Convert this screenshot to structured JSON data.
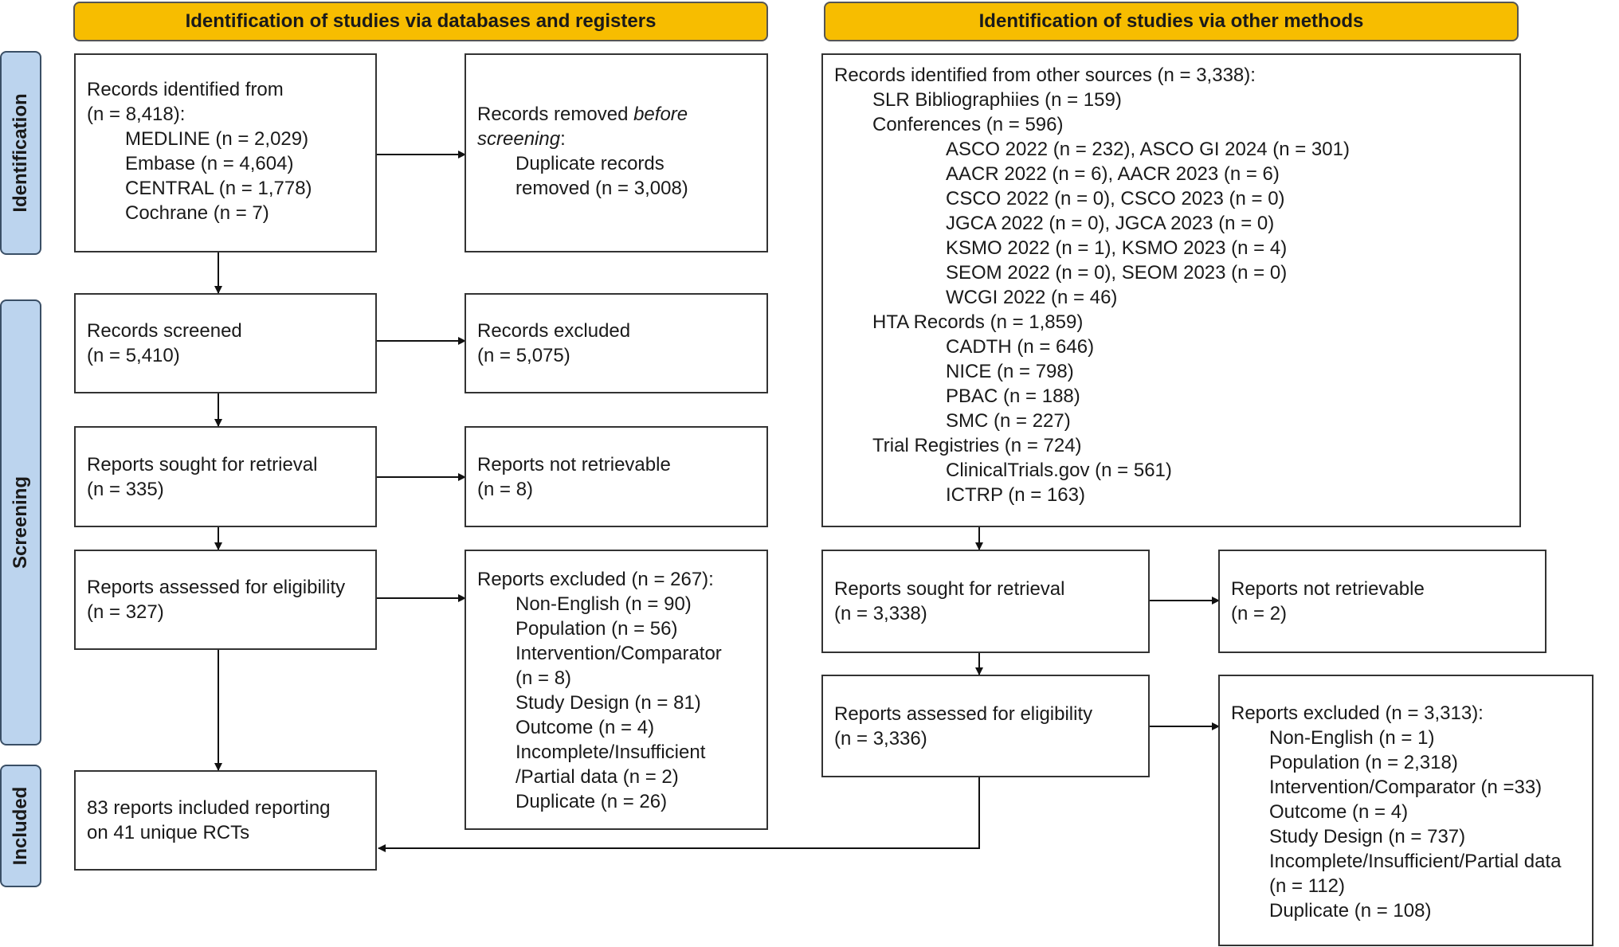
{
  "headers": {
    "left": "Identification of studies via databases and registers",
    "right": "Identification of studies via other methods"
  },
  "phases": {
    "identification": "Identification",
    "screening": "Screening",
    "included": "Included"
  },
  "db": {
    "identified": {
      "line1": "Records identified from",
      "line2": "(n = 8,418):",
      "sources": [
        "MEDLINE (n = 2,029)",
        "Embase (n = 4,604)",
        "CENTRAL (n = 1,778)",
        "Cochrane (n = 7)"
      ]
    },
    "removed": {
      "prefix": "Records removed ",
      "em1": "before",
      "em2": "screening",
      "suffix": ":",
      "detail1": "Duplicate records",
      "detail2": "removed (n = 3,008)"
    },
    "screened": {
      "line1": "Records screened",
      "line2": "(n = 5,410)"
    },
    "excluded": {
      "line1": "Records excluded",
      "line2": "(n = 5,075)"
    },
    "sought": {
      "line1": "Reports sought for retrieval",
      "line2": "(n = 335)"
    },
    "not_retrievable": {
      "line1": "Reports not retrievable",
      "line2": "(n = 8)"
    },
    "assessed": {
      "line1": "Reports assessed for eligibility",
      "line2": "(n = 327)"
    },
    "reports_excluded": {
      "title": "Reports excluded (n = 267):",
      "items": [
        "Non-English (n = 90)",
        "Population (n = 56)",
        "Intervention/Comparator",
        "(n = 8)",
        "Study Design (n = 81)",
        "Outcome (n = 4)",
        "Incomplete/Insufficient",
        "/Partial data (n = 2)",
        "Duplicate (n = 26)"
      ]
    },
    "included": {
      "line1": "83 reports included reporting",
      "line2": "on 41 unique RCTs"
    }
  },
  "other": {
    "identified": {
      "title": "Records identified from other sources (n = 3,338):",
      "lines": [
        {
          "level": 1,
          "text": "SLR Bibliographiies (n = 159)"
        },
        {
          "level": 1,
          "text": "Conferences (n =  596)"
        },
        {
          "level": 2,
          "text": "ASCO 2022 (n = 232), ASCO GI 2024 (n = 301)"
        },
        {
          "level": 2,
          "text": "AACR 2022 (n = 6), AACR 2023 (n = 6)"
        },
        {
          "level": 2,
          "text": "CSCO 2022 (n = 0), CSCO 2023 (n = 0)"
        },
        {
          "level": 2,
          "text": "JGCA 2022 (n = 0), JGCA 2023 (n = 0)"
        },
        {
          "level": 2,
          "text": "KSMO 2022 (n = 1), KSMO 2023 (n = 4)"
        },
        {
          "level": 2,
          "text": "SEOM 2022 (n = 0), SEOM 2023 (n = 0)"
        },
        {
          "level": 2,
          "text": "WCGI 2022 (n = 46)"
        },
        {
          "level": 1,
          "text": "HTA Records (n = 1,859)"
        },
        {
          "level": 2,
          "text": "CADTH (n = 646)"
        },
        {
          "level": 2,
          "text": "NICE (n = 798)"
        },
        {
          "level": 2,
          "text": "PBAC (n = 188)"
        },
        {
          "level": 2,
          "text": "SMC (n = 227)"
        },
        {
          "level": 1,
          "text": "Trial Registries (n = 724)"
        },
        {
          "level": 2,
          "text": "ClinicalTrials.gov (n = 561)"
        },
        {
          "level": 2,
          "text": "ICTRP (n = 163)"
        }
      ]
    },
    "sought": {
      "line1": "Reports sought for retrieval",
      "line2": "(n = 3,338)"
    },
    "not_retrievable": {
      "line1": "Reports not retrievable",
      "line2": "(n = 2)"
    },
    "assessed": {
      "line1": "Reports assessed for eligibility",
      "line2": "(n = 3,336)"
    },
    "reports_excluded": {
      "title": "Reports excluded (n = 3,313):",
      "items": [
        "Non-English (n = 1)",
        "Population (n = 2,318)",
        "Intervention/Comparator (n =33)",
        "Outcome (n = 4)",
        "Study Design (n = 737)",
        "Incomplete/Insufficient/Partial data",
        "(n =  112)",
        "Duplicate (n = 108)"
      ]
    }
  },
  "colors": {
    "header_fill": "#f7bd00",
    "phase_fill": "#bcd4ee",
    "phase_border": "#3a4f66",
    "box_border": "#333333"
  }
}
